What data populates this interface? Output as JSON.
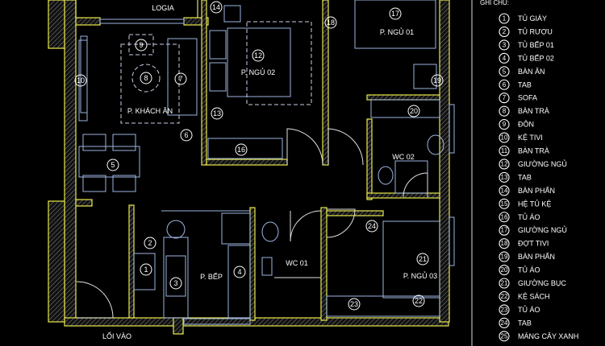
{
  "colors": {
    "background": "#000000",
    "walls": "#e8e84c",
    "furniture": "#9db4e0",
    "text": "#ffffff"
  },
  "rooms": {
    "logia": "LOGIA",
    "bedroom_02": "P. NGỦ 02",
    "bedroom_01": "P. NGỦ 01",
    "living_dining": "P. KHÁCH ĂN",
    "wc_02": "WC 02",
    "kitchen": "P. BẾP",
    "wc_01": "WC 01",
    "bedroom_03": "P. NGỦ 03",
    "entrance": "LỐI VÀO"
  },
  "plan_markers": [
    "1",
    "2",
    "3",
    "4",
    "5",
    "6",
    "7",
    "8",
    "9",
    "10",
    "12",
    "13",
    "14",
    "16",
    "17",
    "18",
    "19",
    "20",
    "21",
    "22",
    "23",
    "24"
  ],
  "legend": {
    "title": "GHI CHÚ:",
    "items": [
      {
        "num": "1",
        "label": "TỦ GIÀY"
      },
      {
        "num": "2",
        "label": "TỦ RƯỢU"
      },
      {
        "num": "3",
        "label": "TỦ BẾP 01"
      },
      {
        "num": "4",
        "label": "TỦ BẾP 02"
      },
      {
        "num": "5",
        "label": "BÀN ĂN"
      },
      {
        "num": "6",
        "label": "TAB"
      },
      {
        "num": "7",
        "label": "SOFA"
      },
      {
        "num": "8",
        "label": "BÀN TRÀ"
      },
      {
        "num": "9",
        "label": "ĐÔN"
      },
      {
        "num": "10",
        "label": "KỆ TIVI"
      },
      {
        "num": "11",
        "label": "BÀN TRÀ"
      },
      {
        "num": "12",
        "label": "GIƯỜNG NGỦ"
      },
      {
        "num": "13",
        "label": "TAB"
      },
      {
        "num": "14",
        "label": "BÀN PHẤN"
      },
      {
        "num": "15",
        "label": "HỆ TỦ KỆ"
      },
      {
        "num": "16",
        "label": "TỦ ÁO"
      },
      {
        "num": "17",
        "label": "GIƯỜNG NGỦ"
      },
      {
        "num": "18",
        "label": "ĐỢT TIVI"
      },
      {
        "num": "19",
        "label": "BÀN PHẤN"
      },
      {
        "num": "20",
        "label": "TỦ ÁO"
      },
      {
        "num": "21",
        "label": "GIƯỜNG BỤC"
      },
      {
        "num": "22",
        "label": "KỆ SÁCH"
      },
      {
        "num": "23",
        "label": "TỦ ÁO"
      },
      {
        "num": "24",
        "label": "TAB"
      },
      {
        "num": "25",
        "label": "MÁNG CÂY XANH"
      }
    ]
  }
}
